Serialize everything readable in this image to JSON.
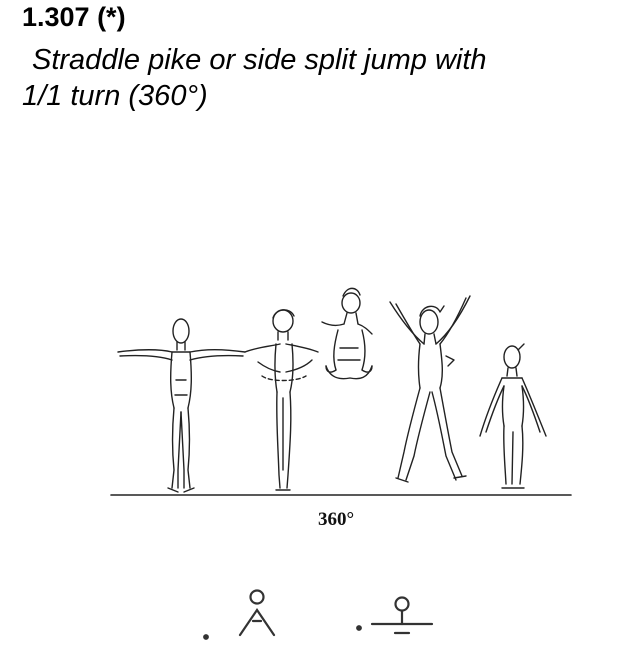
{
  "element": {
    "code": "1.307 (*)",
    "description_line1": "Straddle pike or side split jump with",
    "description_line2": "1/1 turn (360°)"
  },
  "figure": {
    "rotation_label": "360°",
    "icons": [
      "standing-figure-icon",
      "jumping-figure-icon",
      "straddle-jump-figure-icon",
      "split-jump-figure-icon",
      "landing-figure-icon"
    ]
  },
  "notation": {
    "icons": [
      "straddle-pike-symbol-icon",
      "side-split-symbol-icon"
    ]
  }
}
